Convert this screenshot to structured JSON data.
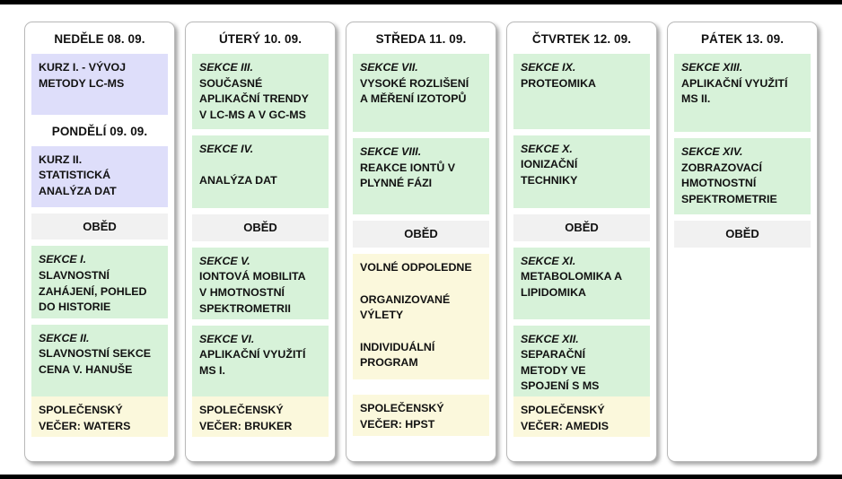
{
  "schedule": {
    "days": [
      {
        "title": "NEDĚLE 08. 09.",
        "second_title": "PONDĚLÍ 09. 09.",
        "blocks": [
          {
            "kind": "course",
            "label": "",
            "title": "KURZ I. - VÝVOJ\nMETODY LC-MS"
          },
          {
            "kind": "course",
            "label": "",
            "title": "KURZ II.\nSTATISTICKÁ\nANALÝZA DAT"
          },
          {
            "kind": "lunch",
            "label": "",
            "title": "OBĚD"
          },
          {
            "kind": "session",
            "label": "SEKCE I.",
            "title": "SLAVNOSTNÍ\nZAHÁJENÍ, POHLED\nDO HISTORIE"
          },
          {
            "kind": "session",
            "label": "SEKCE II.",
            "title": "SLAVNOSTNÍ SEKCE\nCENA V. HANUŠE"
          },
          {
            "kind": "evening",
            "label": "",
            "title": "SPOLEČENSKÝ\nVEČER: WATERS"
          }
        ]
      },
      {
        "title": "ÚTERÝ 10. 09.",
        "blocks": [
          {
            "kind": "session",
            "label": "SEKCE III.",
            "title": "SOUČASNÉ\nAPLIKAČNÍ TRENDY\nV LC-MS A V GC-MS"
          },
          {
            "kind": "session",
            "label": "SEKCE IV.",
            "title": "\nANALÝZA DAT"
          },
          {
            "kind": "lunch",
            "label": "",
            "title": "OBĚD"
          },
          {
            "kind": "session",
            "label": "SEKCE V.",
            "title": "IONTOVÁ MOBILITA\nV HMOTNOSTNÍ\nSPEKTROMETRII"
          },
          {
            "kind": "session",
            "label": "SEKCE VI.",
            "title": "APLIKAČNÍ VYUŽITÍ\nMS I."
          },
          {
            "kind": "evening",
            "label": "",
            "title": "SPOLEČENSKÝ\nVEČER: BRUKER"
          }
        ]
      },
      {
        "title": "STŘEDA 11. 09.",
        "blocks": [
          {
            "kind": "session",
            "label": "SEKCE VII.",
            "title": "VYSOKÉ ROZLIŠENÍ\nA MĚŘENÍ IZOTOPŮ"
          },
          {
            "kind": "session",
            "label": "SEKCE VIII.",
            "title": "REAKCE IONTŮ V\nPLYNNÉ FÁZI"
          },
          {
            "kind": "lunch",
            "label": "",
            "title": "OBĚD"
          },
          {
            "kind": "free",
            "label": "",
            "title": "VOLNÉ ODPOLEDNE\n\nORGANIZOVANÉ\nVÝLETY\n\nINDIVIDUÁLNÍ\nPROGRAM"
          },
          {
            "kind": "evening",
            "label": "",
            "title": "SPOLEČENSKÝ\nVEČER: HPST"
          }
        ]
      },
      {
        "title": "ČTVRTEK 12. 09.",
        "blocks": [
          {
            "kind": "session",
            "label": "SEKCE IX.",
            "title": "PROTEOMIKA"
          },
          {
            "kind": "session",
            "label": "SEKCE X.",
            "title": "IONIZAČNÍ\nTECHNIKY"
          },
          {
            "kind": "lunch",
            "label": "",
            "title": "OBĚD"
          },
          {
            "kind": "session",
            "label": "SEKCE XI.",
            "title": "METABOLOMIKA A\nLIPIDOMIKA"
          },
          {
            "kind": "session",
            "label": "SEKCE XII.",
            "title": "SEPARAČNÍ\nMETODY VE\nSPOJENÍ S MS"
          },
          {
            "kind": "evening",
            "label": "",
            "title": "SPOLEČENSKÝ\nVEČER: AMEDIS"
          }
        ]
      },
      {
        "title": "PÁTEK 13. 09.",
        "blocks": [
          {
            "kind": "session",
            "label": "SEKCE XIII.",
            "title": "APLIKAČNÍ VYUŽITÍ\nMS II."
          },
          {
            "kind": "session",
            "label": "SEKCE XIV.",
            "title": "ZOBRAZOVACÍ\nHMOTNOSTNÍ\nSPEKTROMETRIE"
          },
          {
            "kind": "lunch",
            "label": "",
            "title": "OBĚD"
          }
        ]
      }
    ]
  },
  "colors": {
    "session": "#d7f2d9",
    "course": "#dedefa",
    "lunch": "#f1f1f1",
    "free": "#fbf8dc",
    "evening": "#fbf8dc",
    "card": "#ffffff",
    "frame": "#000000"
  }
}
